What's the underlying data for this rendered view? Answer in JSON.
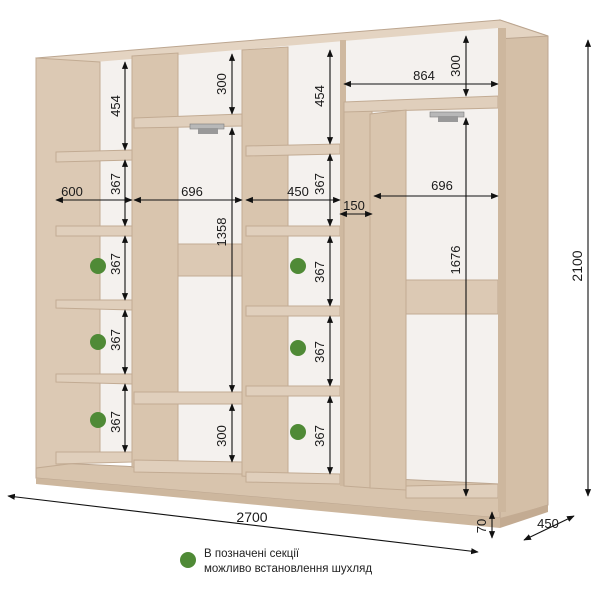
{
  "dimensions": {
    "total_width": "2700",
    "total_height": "2100",
    "depth": "450",
    "plinth": "70",
    "sec1_top": "454",
    "sec1_shelf": "367",
    "sec1_width": "600",
    "sec2_top": "300",
    "sec2_width": "696",
    "sec2_hang": "1358",
    "sec2_bottom": "300",
    "sec3_top": "454",
    "sec3_shelf": "367",
    "sec3_width": "450",
    "sec4_top_width": "864",
    "sec4_top": "300",
    "sec4_gap": "150",
    "sec5_width": "696",
    "sec5_hang": "1676"
  },
  "legend": {
    "line1": "В позначені секції",
    "line2": "можливо встановлення шухляд"
  },
  "colors": {
    "wood": "#dcc9b4",
    "wood_edge": "#c9b39b",
    "wood_dark": "#cbb59c",
    "back": "#f4f1ee",
    "marker": "#4f8a36"
  }
}
